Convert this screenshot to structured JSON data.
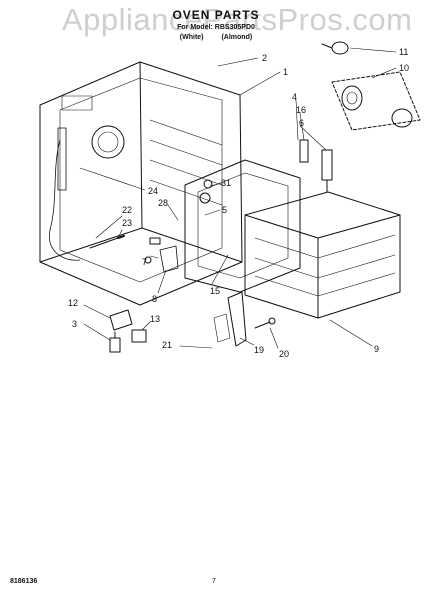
{
  "header": {
    "watermark": "AppliancePartsPros.com",
    "title": "OVEN PARTS",
    "subtitle": "For Model: RBS305PD0",
    "variants": [
      "(White)",
      "(Almond)"
    ]
  },
  "footer": {
    "doc_number": "8186136",
    "page_number": "7"
  },
  "callouts": [
    "1",
    "2",
    "3",
    "4",
    "5",
    "6",
    "7",
    "8",
    "9",
    "10",
    "11",
    "12",
    "13",
    "15",
    "16",
    "19",
    "20",
    "21",
    "22",
    "23",
    "24",
    "28",
    "31"
  ],
  "colors": {
    "line": "#111111",
    "watermark": "#cfcfcf",
    "background": "#ffffff"
  }
}
